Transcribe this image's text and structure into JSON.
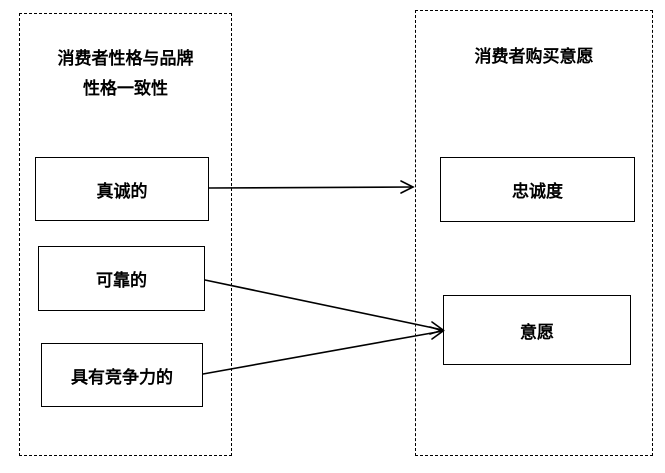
{
  "groups": {
    "left": {
      "title_line1": "消费者性格与品牌",
      "title_line2": "性格一致性"
    },
    "right": {
      "title": "消费者购买意愿"
    }
  },
  "nodes": {
    "sincere": "真诚的",
    "reliable": "可靠的",
    "competitive": "具有竞争力的",
    "loyalty": "忠诚度",
    "intention": "意愿"
  },
  "edges": [
    {
      "from": "sincere",
      "to": "right-group"
    },
    {
      "from": "reliable",
      "to": "intention"
    },
    {
      "from": "competitive",
      "to": "intention"
    }
  ]
}
